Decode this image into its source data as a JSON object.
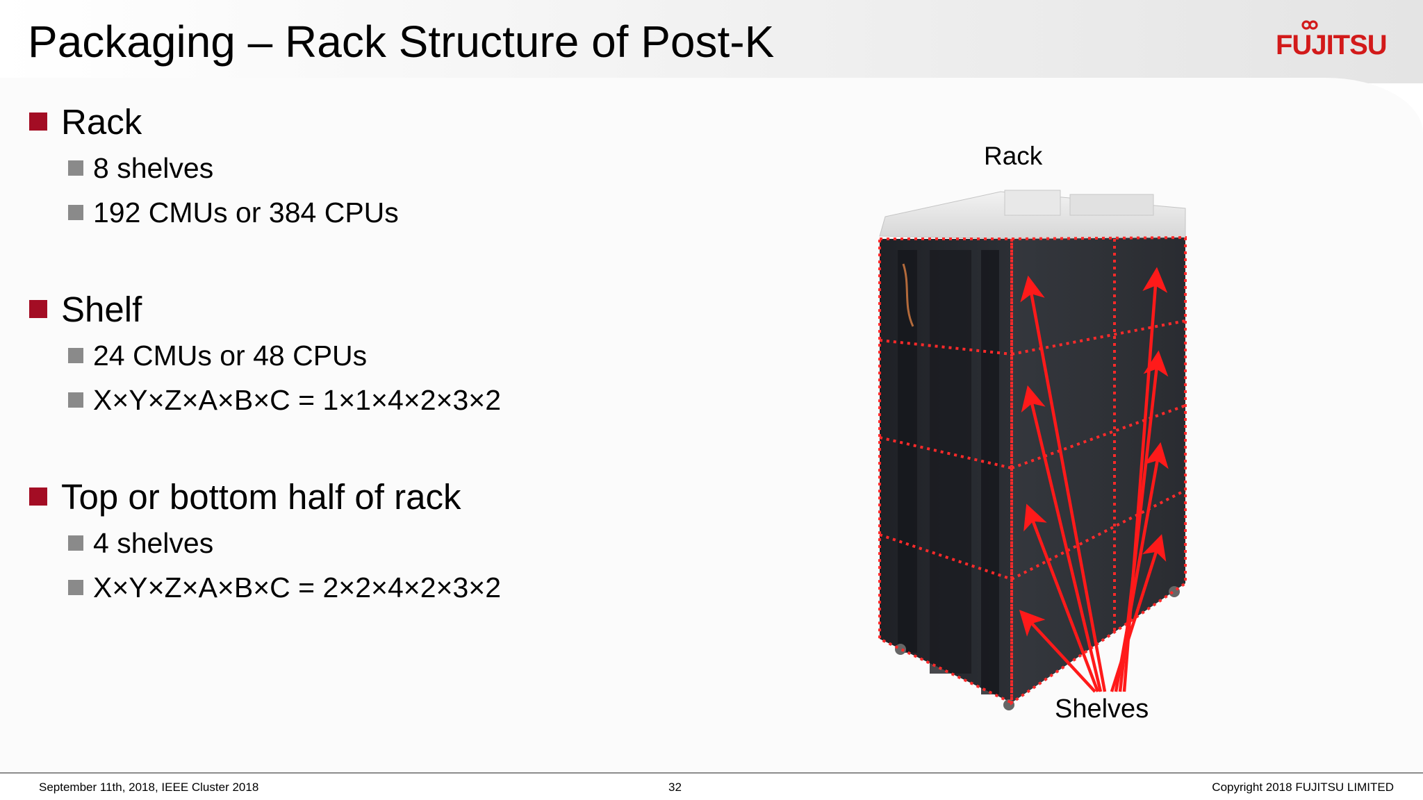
{
  "slide": {
    "title": "Packaging – Rack Structure of Post-K",
    "logo_text": "FUJITSU"
  },
  "bullets": [
    {
      "label": "Rack",
      "items": [
        "8 shelves",
        "192 CMUs or 384 CPUs"
      ]
    },
    {
      "label": "Shelf",
      "items": [
        "24 CMUs or 48 CPUs",
        "X×Y×Z×A×B×C = 1×1×4×2×3×2"
      ]
    },
    {
      "label": "Top or bottom half of rack",
      "items": [
        "4 shelves",
        "X×Y×Z×A×B×C = 2×2×4×2×3×2"
      ]
    }
  ],
  "figure": {
    "rack_label": "Rack",
    "shelves_label": "Shelves"
  },
  "footer": {
    "left": "September 11th, 2018, IEEE Cluster 2018",
    "page_number": "32",
    "right": "Copyright 2018 FUJITSU LIMITED"
  },
  "colors": {
    "accent": "#a30d24",
    "sub_bullet": "#8a8a8a",
    "logo": "#d21a1a",
    "arrow": "#ff1a1a",
    "rack_body": "#2a2c31"
  }
}
